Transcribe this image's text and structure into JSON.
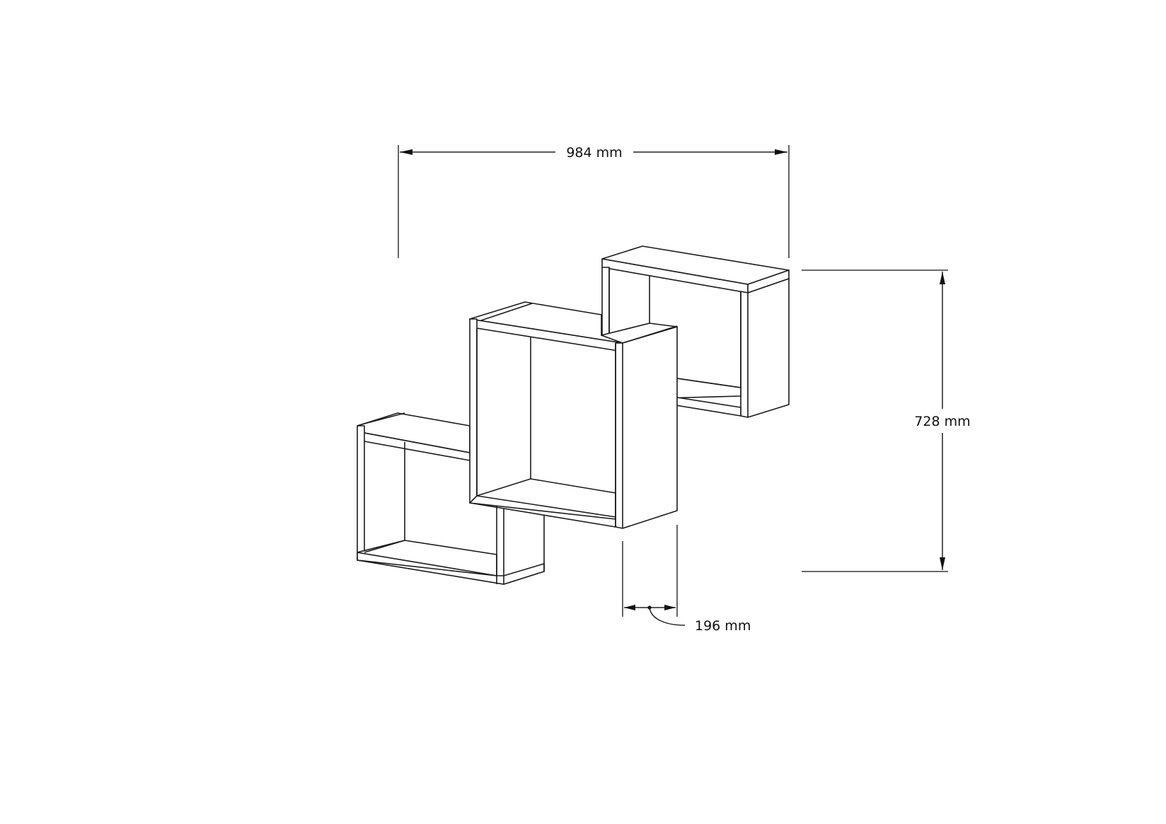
{
  "drawing": {
    "subject": "Three-box cascading wall shelf",
    "line_color": "#1a1a1a",
    "background": "#ffffff"
  },
  "dimensions": {
    "width": {
      "label": "984 mm",
      "value": 984,
      "unit": "mm"
    },
    "height": {
      "label": "728 mm",
      "value": 728,
      "unit": "mm"
    },
    "depth": {
      "label": "196 mm",
      "value": 196,
      "unit": "mm"
    }
  },
  "components": [
    {
      "name": "left-box",
      "position": "lower left"
    },
    {
      "name": "center-box",
      "position": "middle"
    },
    {
      "name": "right-box",
      "position": "upper right",
      "feature": "open bottom with projecting shelf"
    }
  ]
}
